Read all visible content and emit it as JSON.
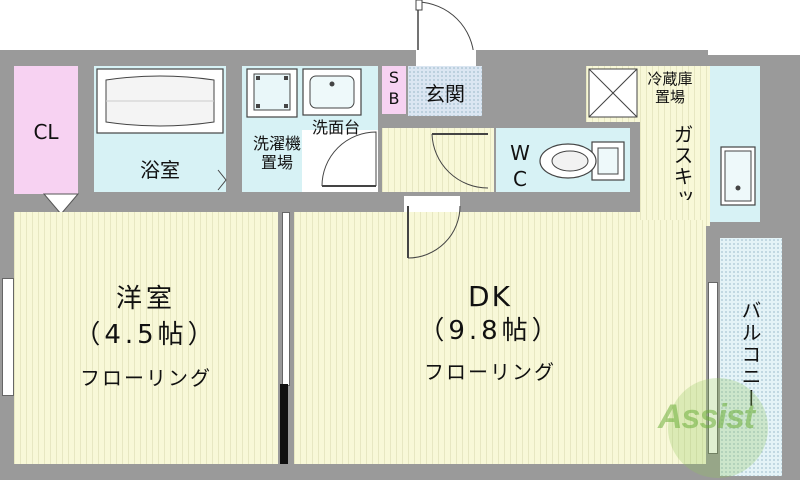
{
  "rooms": {
    "closet": "CL",
    "bath": "浴室",
    "washer_space": "洗濯機\n置場",
    "washbasin": "洗面台",
    "shoe_box": "S\nB",
    "entrance": "玄関",
    "toilet": "W\nC",
    "fridge_space": "冷蔵庫\n置場",
    "gas_kitchen": "ガスキッチン",
    "western_room": {
      "name": "洋室",
      "size": "（4.5帖）",
      "floor": "フローリング"
    },
    "dk": {
      "name": "DK",
      "size": "（9.8帖）",
      "floor": "フローリング"
    },
    "balcony": "バルコニー"
  },
  "watermark": "Assist",
  "colors": {
    "wall": "#9a9a9a",
    "floor_yellow": "#f8f8d8",
    "wet_blue": "#d7f2f5",
    "closet_pink": "#f7d2f2",
    "watermark_green": "#8fc45a"
  }
}
